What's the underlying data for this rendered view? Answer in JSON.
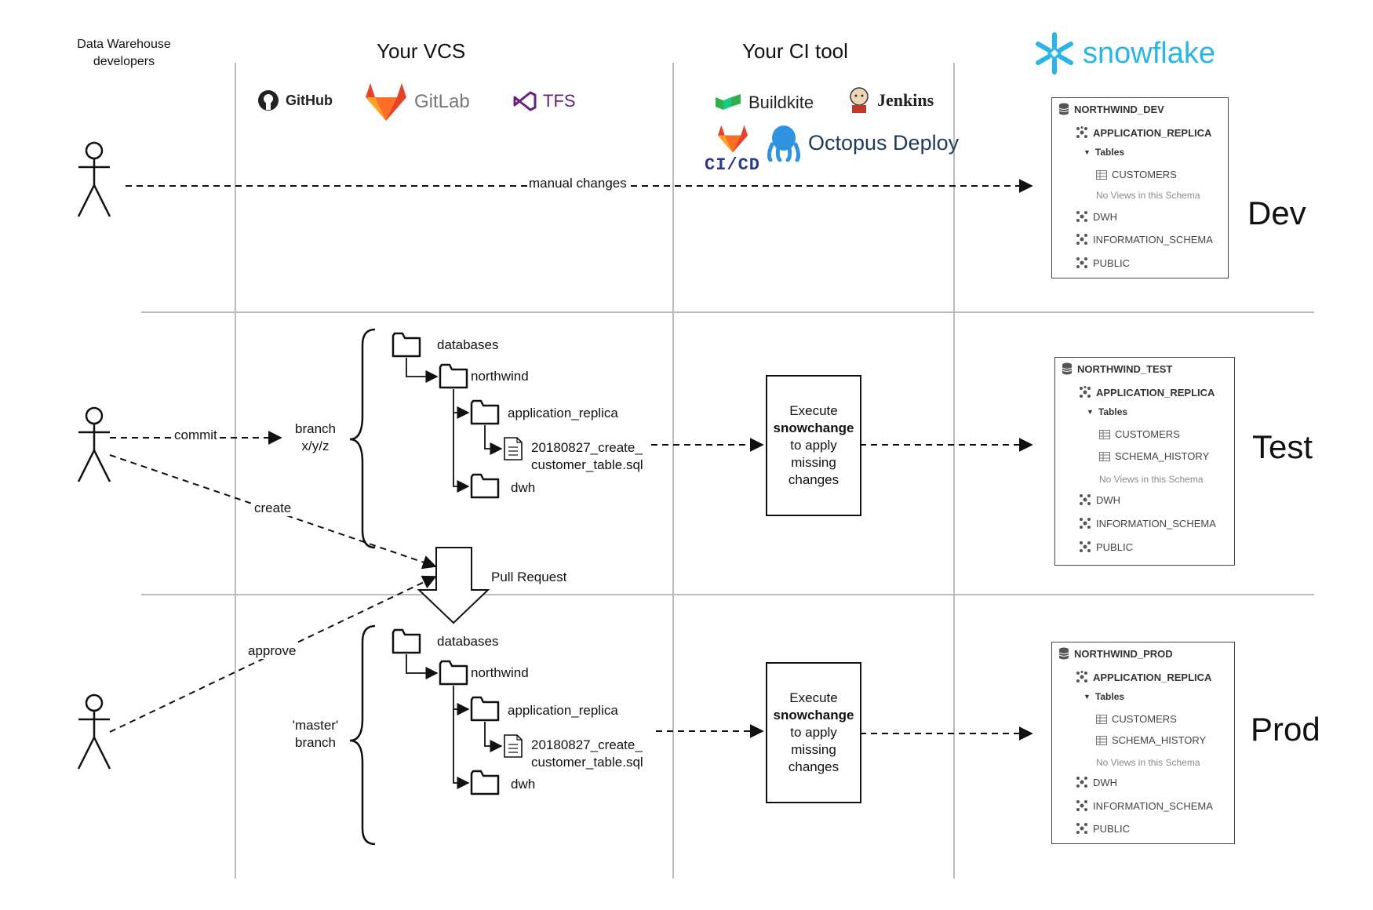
{
  "headers": {
    "developers": "Data Warehouse\ndevelopers",
    "vcs": "Your VCS",
    "ci": "Your CI tool",
    "snowflake": "snowflake"
  },
  "vcs_logos": [
    "GitHub",
    "GitLab",
    "TFS"
  ],
  "ci_logos": [
    "Buildkite",
    "Jenkins",
    "CI/CD",
    "Octopus Deploy"
  ],
  "edges": {
    "manual_changes": "manual changes",
    "commit": "commit",
    "create": "create",
    "approve": "approve",
    "pull_request": "Pull Request"
  },
  "branches": {
    "feature": "branch\nx/y/z",
    "master": "'master'\nbranch"
  },
  "tree": {
    "databases": "databases",
    "northwind": "northwind",
    "application_replica": "application_replica",
    "file_line1": "20180827_create_",
    "file_line2": "customer_table.sql",
    "dwh": "dwh"
  },
  "execute_box": {
    "line1": "Execute",
    "line2": "snowchange",
    "line3": "to apply",
    "line4": "missing",
    "line5": "changes"
  },
  "environments": {
    "dev": "Dev",
    "test": "Test",
    "prod": "Prod"
  },
  "panels": {
    "dev": {
      "db": "NORTHWIND_DEV",
      "schema_replica": "APPLICATION_REPLICA",
      "tables": "Tables",
      "table_items": [
        "CUSTOMERS"
      ],
      "no_views": "No Views in this Schema",
      "schemas": [
        "DWH",
        "INFORMATION_SCHEMA",
        "PUBLIC"
      ]
    },
    "test": {
      "db": "NORTHWIND_TEST",
      "schema_replica": "APPLICATION_REPLICA",
      "tables": "Tables",
      "table_items": [
        "CUSTOMERS",
        "SCHEMA_HISTORY"
      ],
      "no_views": "No Views in this Schema",
      "schemas": [
        "DWH",
        "INFORMATION_SCHEMA",
        "PUBLIC"
      ]
    },
    "prod": {
      "db": "NORTHWIND_PROD",
      "schema_replica": "APPLICATION_REPLICA",
      "tables": "Tables",
      "table_items": [
        "CUSTOMERS",
        "SCHEMA_HISTORY"
      ],
      "no_views": "No Views in this Schema",
      "schemas": [
        "DWH",
        "INFORMATION_SCHEMA",
        "PUBLIC"
      ]
    }
  },
  "colors": {
    "line": "#111111",
    "divider": "#bbbbbb",
    "snowflake": "#29b5e8"
  }
}
